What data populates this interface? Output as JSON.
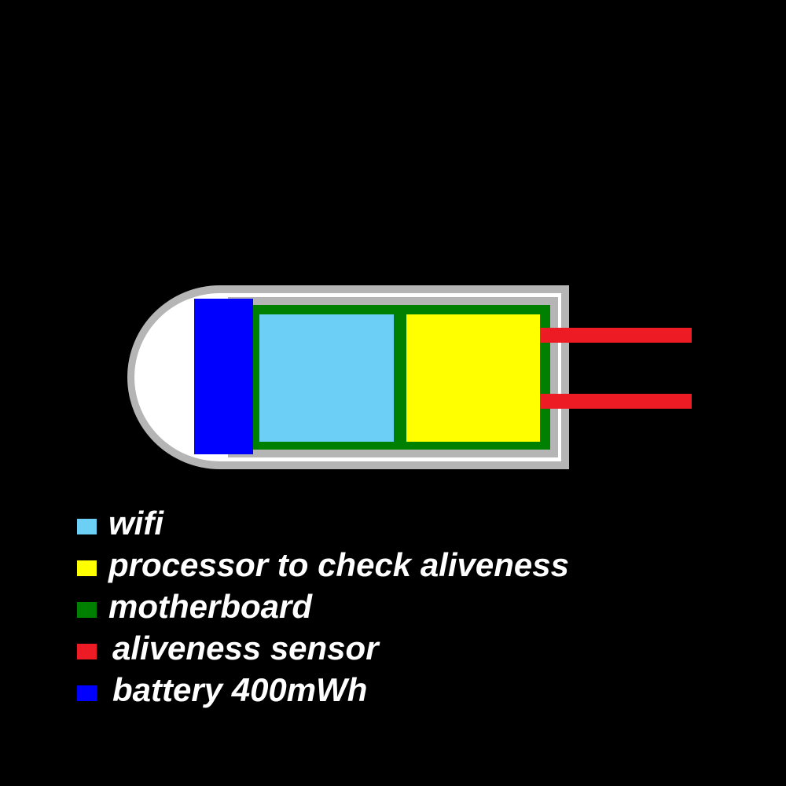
{
  "colors": {
    "background": "#000000",
    "housing_border": "#b5b5b5",
    "housing_fill": "#ffffff",
    "wifi": "#6ccff6",
    "processor": "#ffff00",
    "motherboard": "#008000",
    "sensor": "#ed1c24",
    "battery": "#0000ff"
  },
  "legend": [
    {
      "label": "wifi",
      "color": "#6ccff6"
    },
    {
      "label": "processor to check aliveness",
      "color": "#ffff00"
    },
    {
      "label": "motherboard",
      "color": "#008000"
    },
    {
      "label": "aliveness sensor",
      "color": "#ed1c24"
    },
    {
      "label": "battery 400mWh",
      "color": "#0000ff"
    }
  ]
}
